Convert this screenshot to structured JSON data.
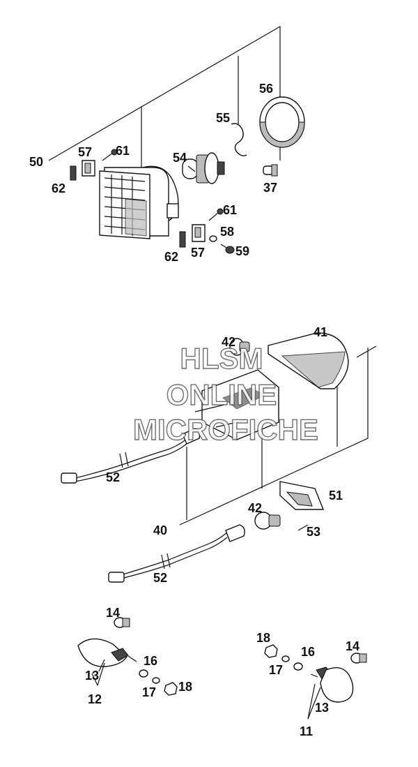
{
  "labels": {
    "p50": "50",
    "p57a": "57",
    "p61a": "61",
    "p62a": "62",
    "p54": "54",
    "p55": "55",
    "p56": "56",
    "p37": "37",
    "p61b": "61",
    "p58": "58",
    "p59": "59",
    "p57b": "57",
    "p62b": "62",
    "p42a": "42",
    "p41": "41",
    "p52a": "52",
    "p51": "51",
    "p42b": "42",
    "p40": "40",
    "p53": "53",
    "p52b": "52",
    "p14a": "14",
    "p13a": "13",
    "p12": "12",
    "p16a": "16",
    "p17a": "17",
    "p18a": "18",
    "p18b": "18",
    "p16b": "16",
    "p17b": "17",
    "p14b": "14",
    "p13b": "13",
    "p11": "11"
  },
  "watermark": {
    "line1": "HLSM",
    "line2": "ONLINE",
    "line3": "MICROFICHE"
  }
}
